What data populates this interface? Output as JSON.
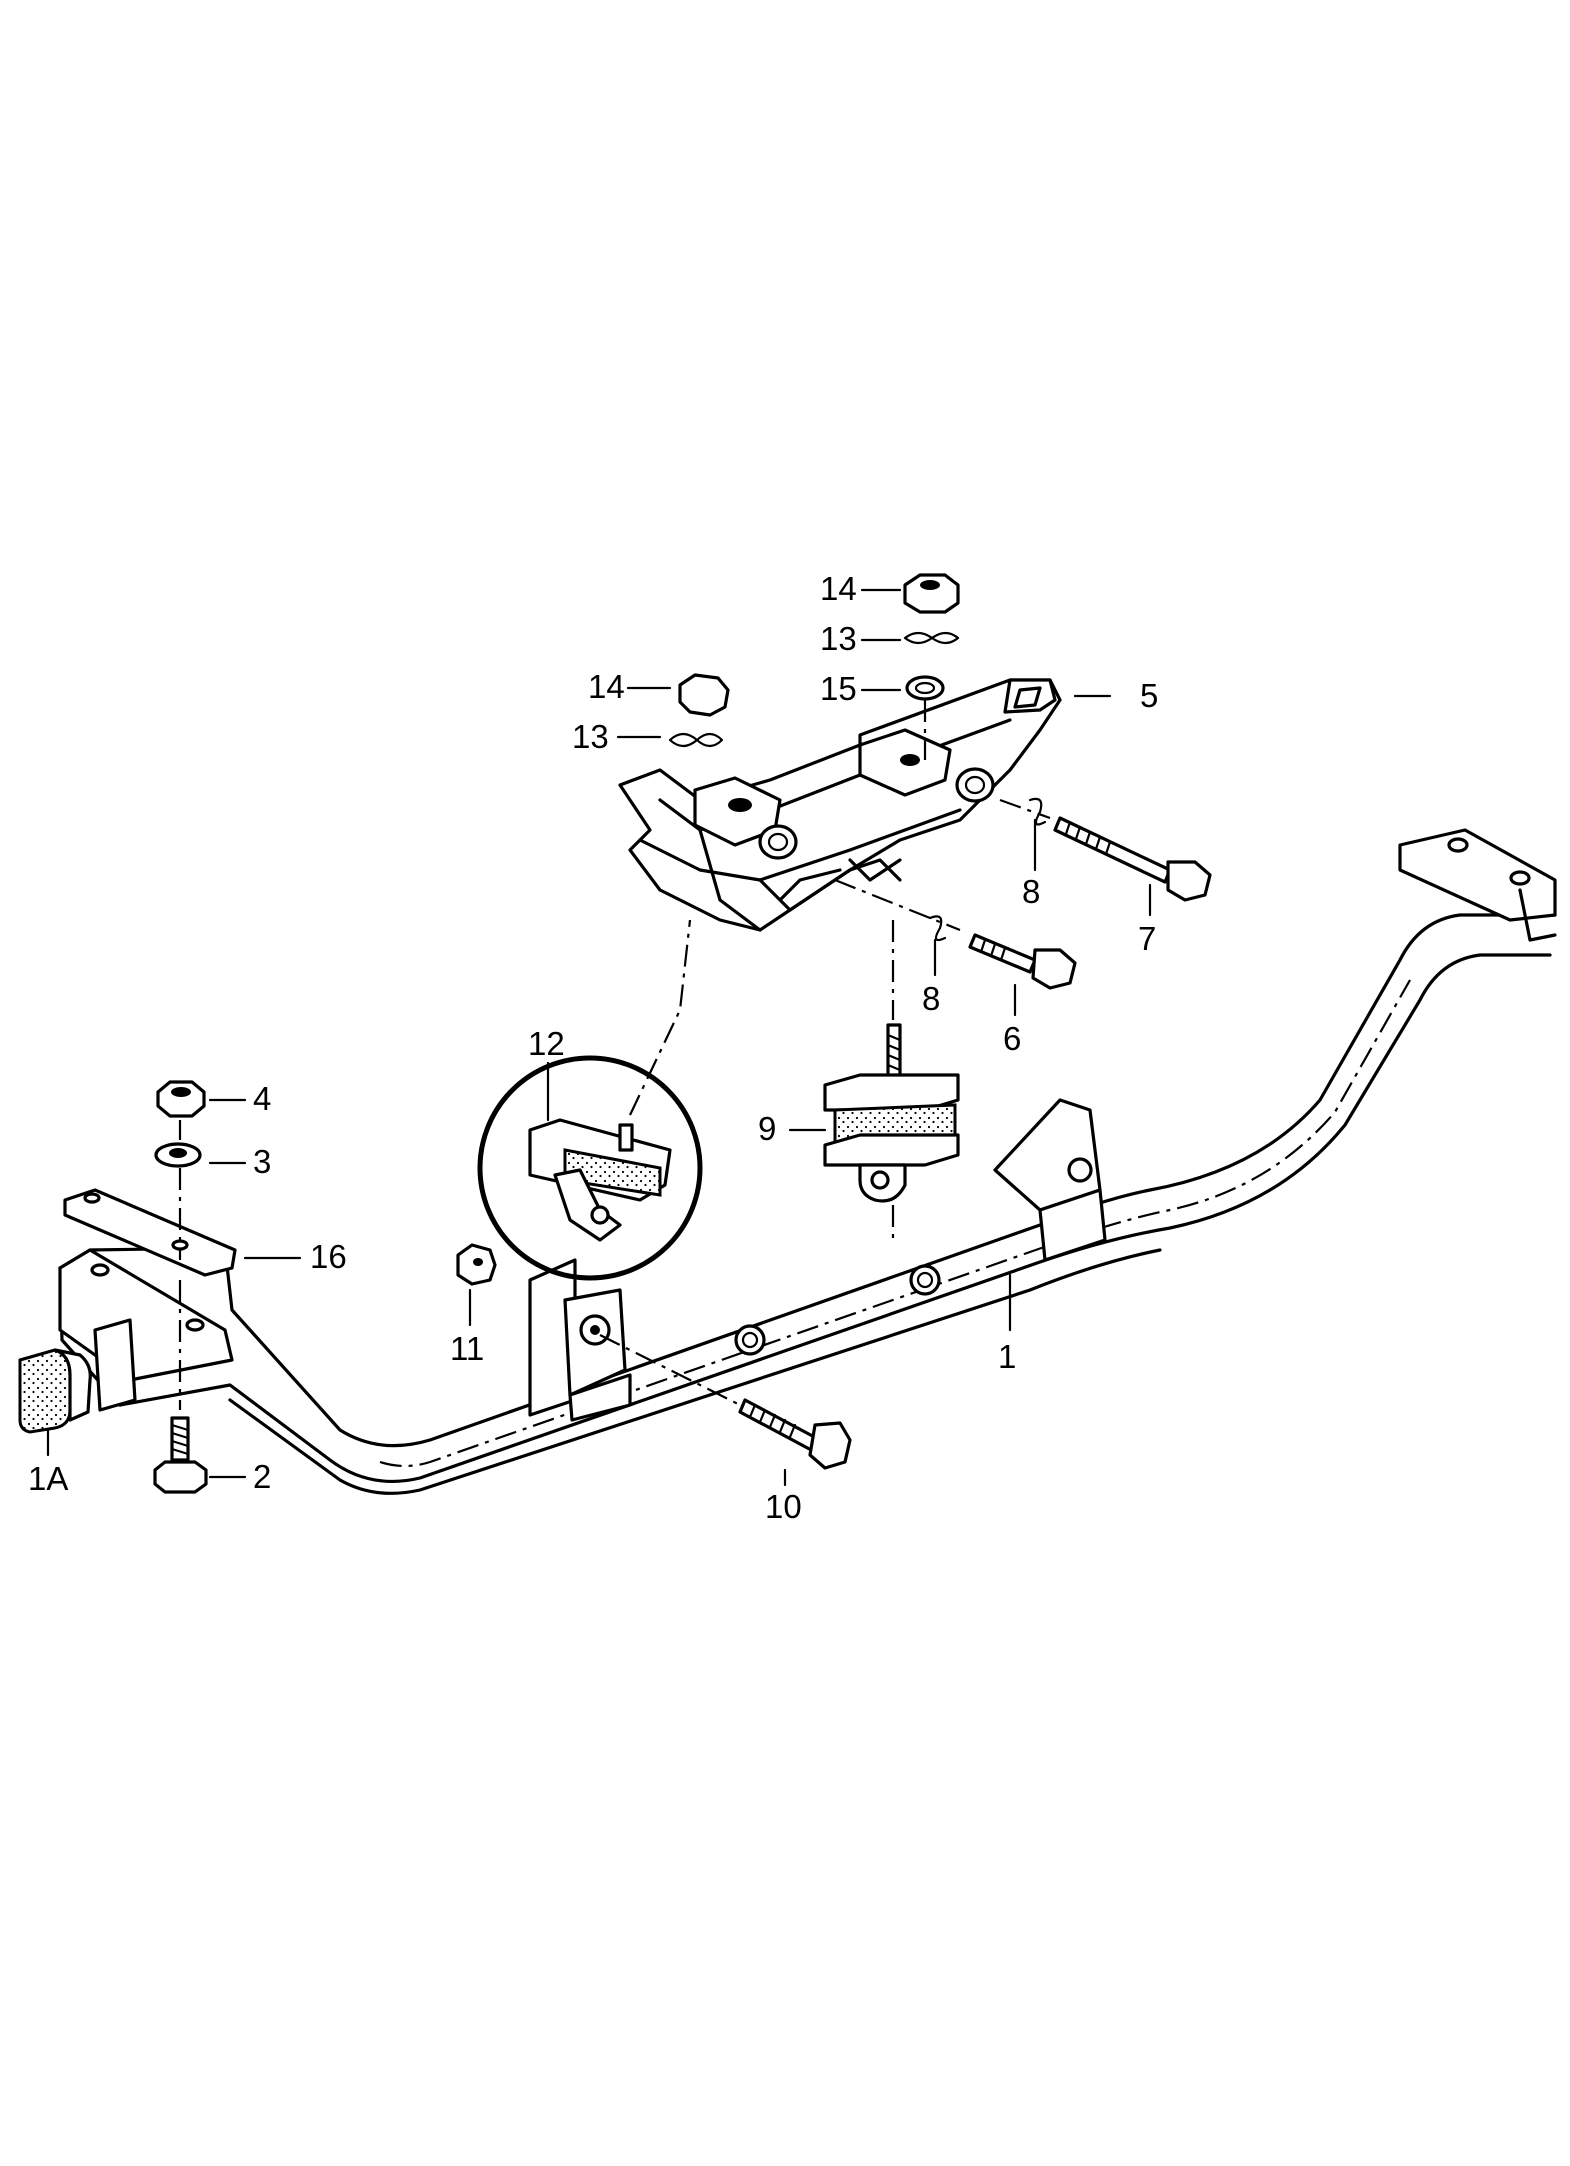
{
  "callouts": {
    "c1": "1",
    "c1a": "1A",
    "c2": "2",
    "c3": "3",
    "c4": "4",
    "c5": "5",
    "c6": "6",
    "c7": "7",
    "c8a": "8",
    "c8b": "8",
    "c9": "9",
    "c10": "10",
    "c11": "11",
    "c12": "12",
    "c13a": "13",
    "c13b": "13",
    "c14a": "14",
    "c14b": "14",
    "c15": "15",
    "c16": "16"
  }
}
